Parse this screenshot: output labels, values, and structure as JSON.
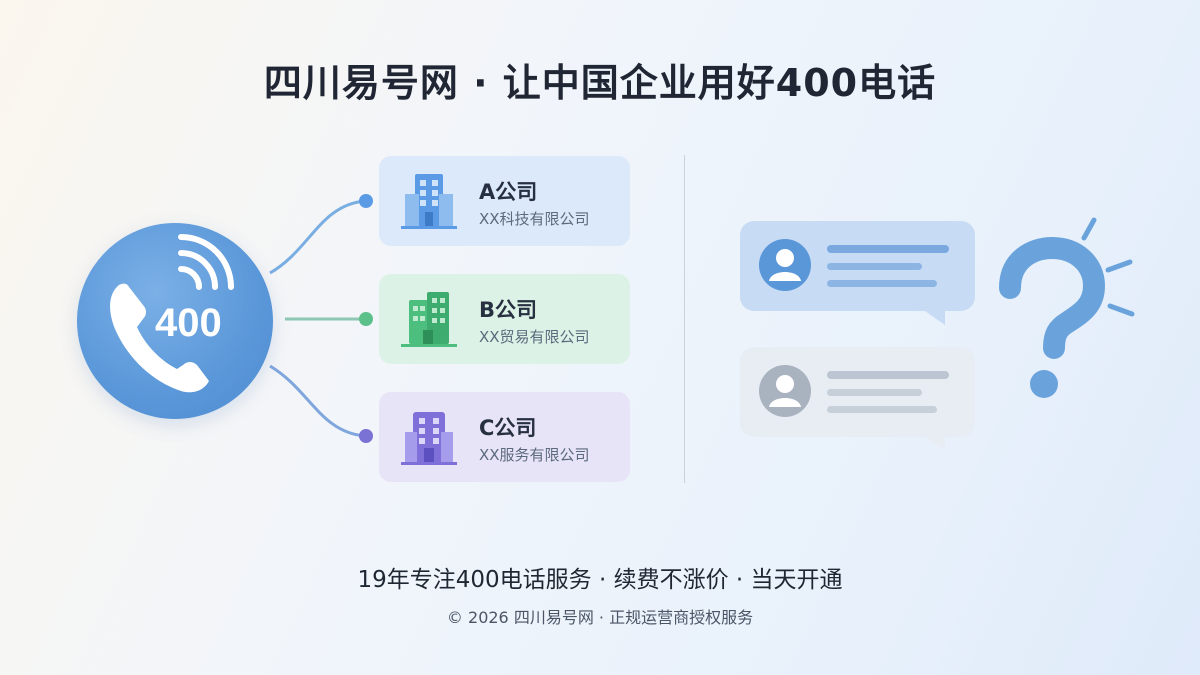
{
  "title": "四川易号网 · 让中国企业用好400电话",
  "phone": {
    "number": "400"
  },
  "companies": [
    {
      "name": "A公司",
      "subtitle": "XX科技有限公司",
      "color": "#5b9be6"
    },
    {
      "name": "B公司",
      "subtitle": "XX贸易有限公司",
      "color": "#4cbf7e"
    },
    {
      "name": "C公司",
      "subtitle": "XX服务有限公司",
      "color": "#7e6fd9"
    }
  ],
  "colors": {
    "phone": "#5a97d9",
    "bubble_active": "#c7dcf4",
    "bubble_muted": "#e8edf4",
    "question": "#6aa3dc"
  },
  "icons": [
    "phone-icon",
    "signal-waves-icon",
    "building-icon",
    "user-avatar-icon",
    "question-mark-icon"
  ],
  "tagline": "19年专注400电话服务 · 续费不涨价 · 当天开通",
  "copyright": "© 2026 四川易号网 · 正规运营商授权服务"
}
